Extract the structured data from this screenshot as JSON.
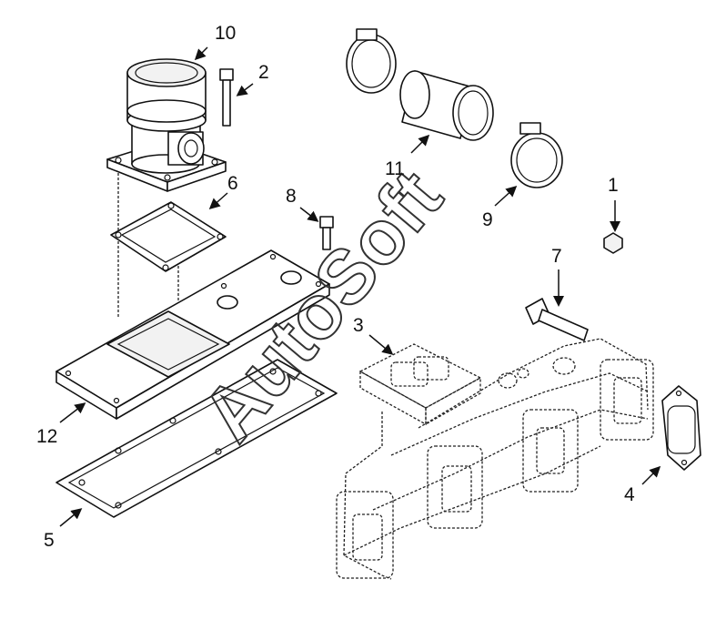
{
  "callouts": [
    {
      "id": "1",
      "label": "1"
    },
    {
      "id": "2",
      "label": "2"
    },
    {
      "id": "3",
      "label": "3"
    },
    {
      "id": "4",
      "label": "4"
    },
    {
      "id": "5",
      "label": "5"
    },
    {
      "id": "6",
      "label": "6"
    },
    {
      "id": "7",
      "label": "7"
    },
    {
      "id": "8",
      "label": "8"
    },
    {
      "id": "9",
      "label": "9"
    },
    {
      "id": "10",
      "label": "10"
    },
    {
      "id": "11",
      "label": "11"
    },
    {
      "id": "12",
      "label": "12"
    }
  ],
  "watermark": "AutoSoft",
  "colors": {
    "line": "#111111",
    "background": "#ffffff"
  }
}
